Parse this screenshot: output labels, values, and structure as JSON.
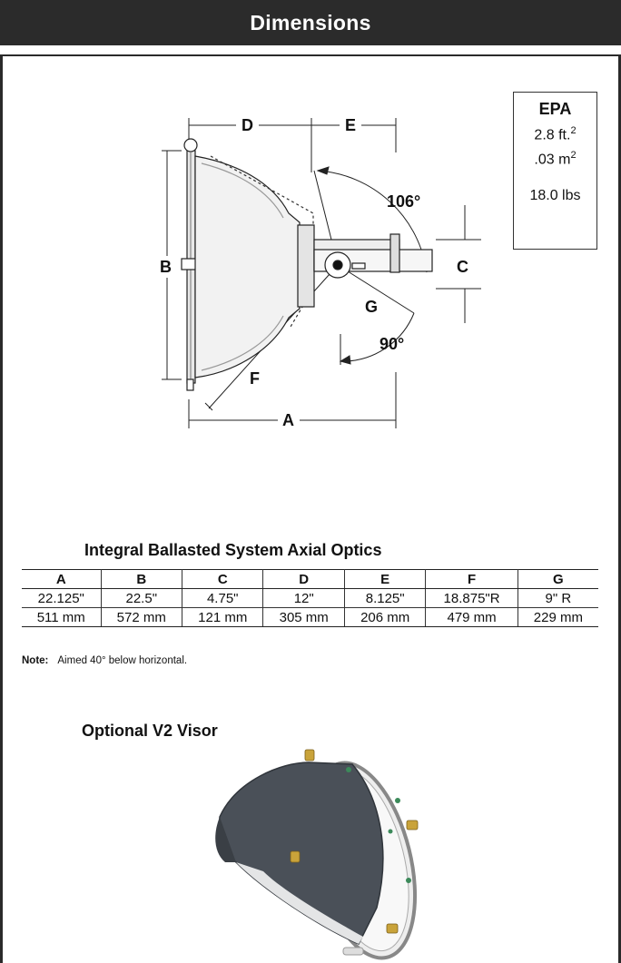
{
  "header": {
    "title": "Dimensions"
  },
  "drawing": {
    "labels": {
      "a": "A",
      "b": "B",
      "c": "C",
      "d": "D",
      "e": "E",
      "f": "F",
      "g": "G"
    },
    "angles": {
      "upper": "106°",
      "lower": "90°"
    }
  },
  "epa": {
    "title": "EPA",
    "area_ft": "2.8 ft.",
    "area_ft_exp": "2",
    "area_m": ".03 m",
    "area_m_exp": "2",
    "weight": "18.0 lbs"
  },
  "table": {
    "title": "Integral Ballasted System Axial Optics",
    "headers": [
      "A",
      "B",
      "C",
      "D",
      "E",
      "F",
      "G"
    ],
    "rows": [
      [
        "22.125\"",
        "22.5\"",
        "4.75\"",
        "12\"",
        "8.125\"",
        "18.875\"R",
        "9\" R"
      ],
      [
        "511 mm",
        "572 mm",
        "121 mm",
        "305 mm",
        "206 mm",
        "479 mm",
        "229 mm"
      ]
    ]
  },
  "note": {
    "label": "Note:",
    "text": "Aimed 40° below horizontal."
  },
  "visor": {
    "title": "Optional V2 Visor"
  }
}
